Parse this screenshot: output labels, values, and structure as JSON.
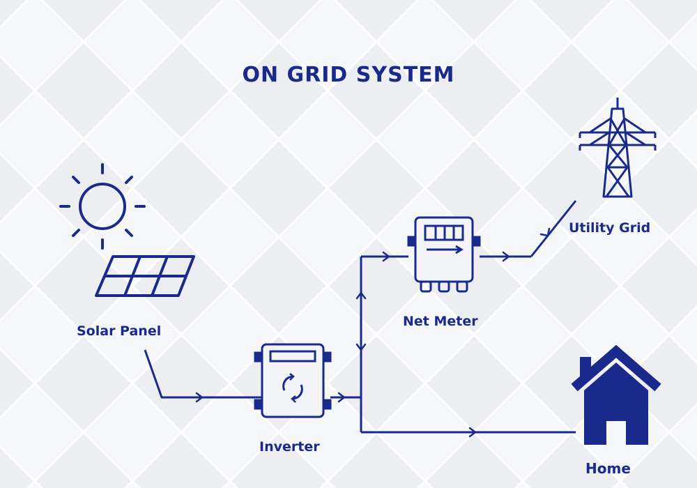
{
  "title": "ON GRID SYSTEM",
  "nodes": {
    "solar_panel": "Solar Panel",
    "inverter": "Inverter",
    "net_meter": "Net Meter",
    "utility_grid": "Utility Grid",
    "home": "Home"
  },
  "colors": {
    "accent": "#1a2a8c",
    "background": "#eef0f3"
  }
}
